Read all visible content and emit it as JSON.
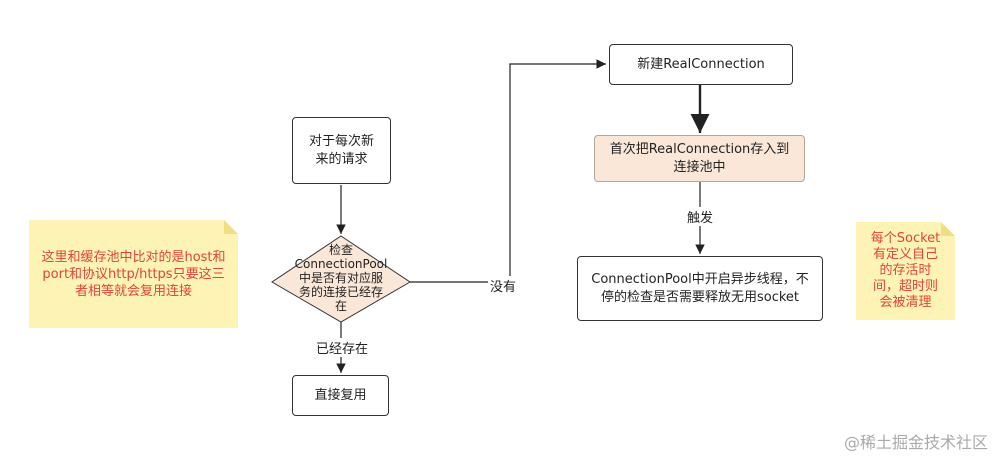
{
  "nodes": {
    "request": "对于每次新来的请求",
    "check": "检查ConnectionPool中是否有对应服务的连接已经存在",
    "reuse": "直接复用",
    "new_conn": "新建RealConnection",
    "store": "首次把RealConnection存入到连接池中",
    "cleanup": "ConnectionPool中开启异步线程，不停的检查是否需要释放无用socket"
  },
  "edges": {
    "exists": "已经存在",
    "not_exists": "没有",
    "trigger": "触发"
  },
  "notes": {
    "left": "这里和缓存池中比对的是host和port和协议http/https只要这三者相等就会复用连接",
    "right": "每个Socket有定义自己的存活时间，超时则会被清理"
  },
  "watermark": "@稀土掘金技术社区",
  "colors": {
    "note_bg": "#fdf3b4",
    "note_text": "#e0443c",
    "highlight_box": "#fbe7d8"
  }
}
